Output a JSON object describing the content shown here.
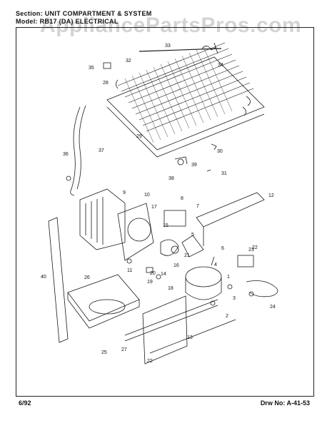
{
  "header": {
    "section_label": "Section:",
    "section_value": "UNIT COMPARTMENT & SYSTEM",
    "model_label": "Model:",
    "model_value": "RB17 (DA) ELECTRICAL"
  },
  "watermark": "AppliancePartsPros.com",
  "footer": {
    "date": "6/92",
    "drawing_label": "Drw No:",
    "drawing_number": "A-41-53"
  },
  "callouts": [
    "1",
    "2",
    "3",
    "4",
    "5",
    "6",
    "7",
    "8",
    "9",
    "10",
    "11",
    "12",
    "13",
    "14",
    "15",
    "16",
    "17",
    "18",
    "19",
    "20",
    "21",
    "22",
    "23",
    "24",
    "25",
    "26",
    "27",
    "28",
    "29",
    "30",
    "31",
    "32",
    "33",
    "34",
    "35",
    "36",
    "37",
    "38",
    "39",
    "40"
  ],
  "callout_22_repeat": "22"
}
